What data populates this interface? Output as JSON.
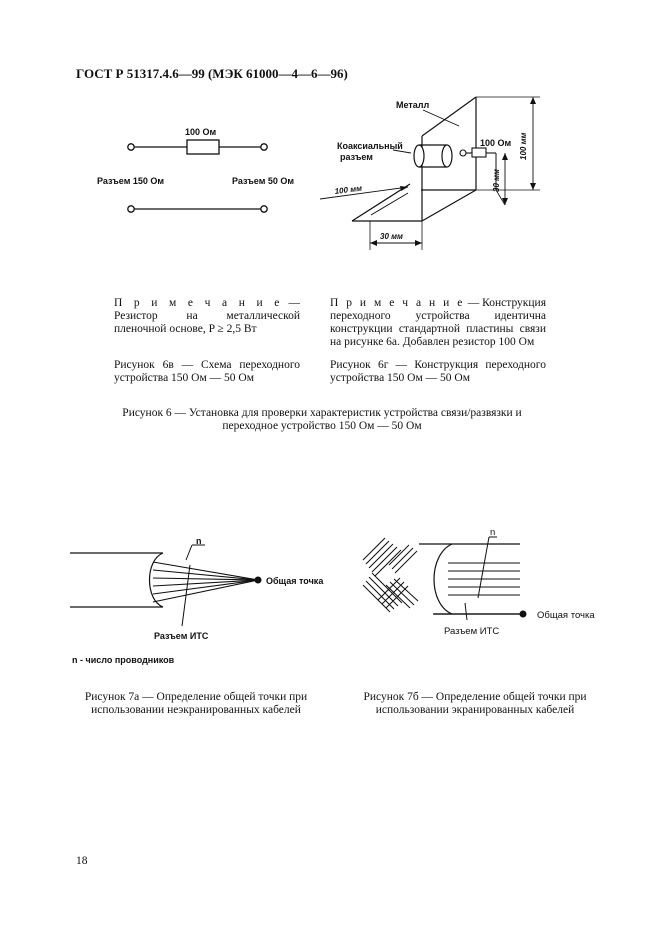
{
  "header": {
    "title": "ГОСТ Р 51317.4.6—99 (МЭК 61000—4—6—96)"
  },
  "fig6v": {
    "resistor_label": "100 Ом",
    "left_label": "Разъем 150 Ом",
    "right_label": "Разъем 50 Ом",
    "note_lead": "П р и м е ч а н и е",
    "note_text": " — Резистор на металлической пленочной основе, P ≥ 2,5 Вт",
    "caption": "Рисунок 6в — Схема переходного устройства 150 Ом — 50 Ом"
  },
  "fig6g": {
    "metal_label": "Металл",
    "coax_label_1": "Коаксиальный",
    "coax_label_2": "разъем",
    "resistor_label": "100 Ом",
    "dim_100_vertical": "100 мм",
    "dim_30_vertical": "30 мм",
    "dim_100_diag": "100 мм",
    "dim_30_bottom": "30 мм",
    "note_lead": "П р и м е ч а н и е",
    "note_text": " — Конструкция переходного устройства идентична конструкции стандартной пластины связи на рисунке 6а. Добавлен резистор 100 Ом",
    "caption": "Рисунок 6г — Конструкция переходного устройства 150 Ом — 50 Ом"
  },
  "fig6_caption": "Рисунок 6 — Установка для проверки характеристик устройства связи/развязки и переходное устройство 150 Ом — 50 Ом",
  "fig7a": {
    "n_label": "n",
    "common_point": "Общая точка",
    "connector": "Разъем ИТС",
    "legend": "n - число проводников",
    "caption": "Рисунок 7а — Определение общей точки при использовании неэкранированных кабелей"
  },
  "fig7b": {
    "n_label": "n",
    "common_point": "Общая точка",
    "connector": "Разъем ИТС",
    "caption": "Рисунок 7б — Определение общей точки при использовании экранированных кабелей"
  },
  "page_number": "18"
}
